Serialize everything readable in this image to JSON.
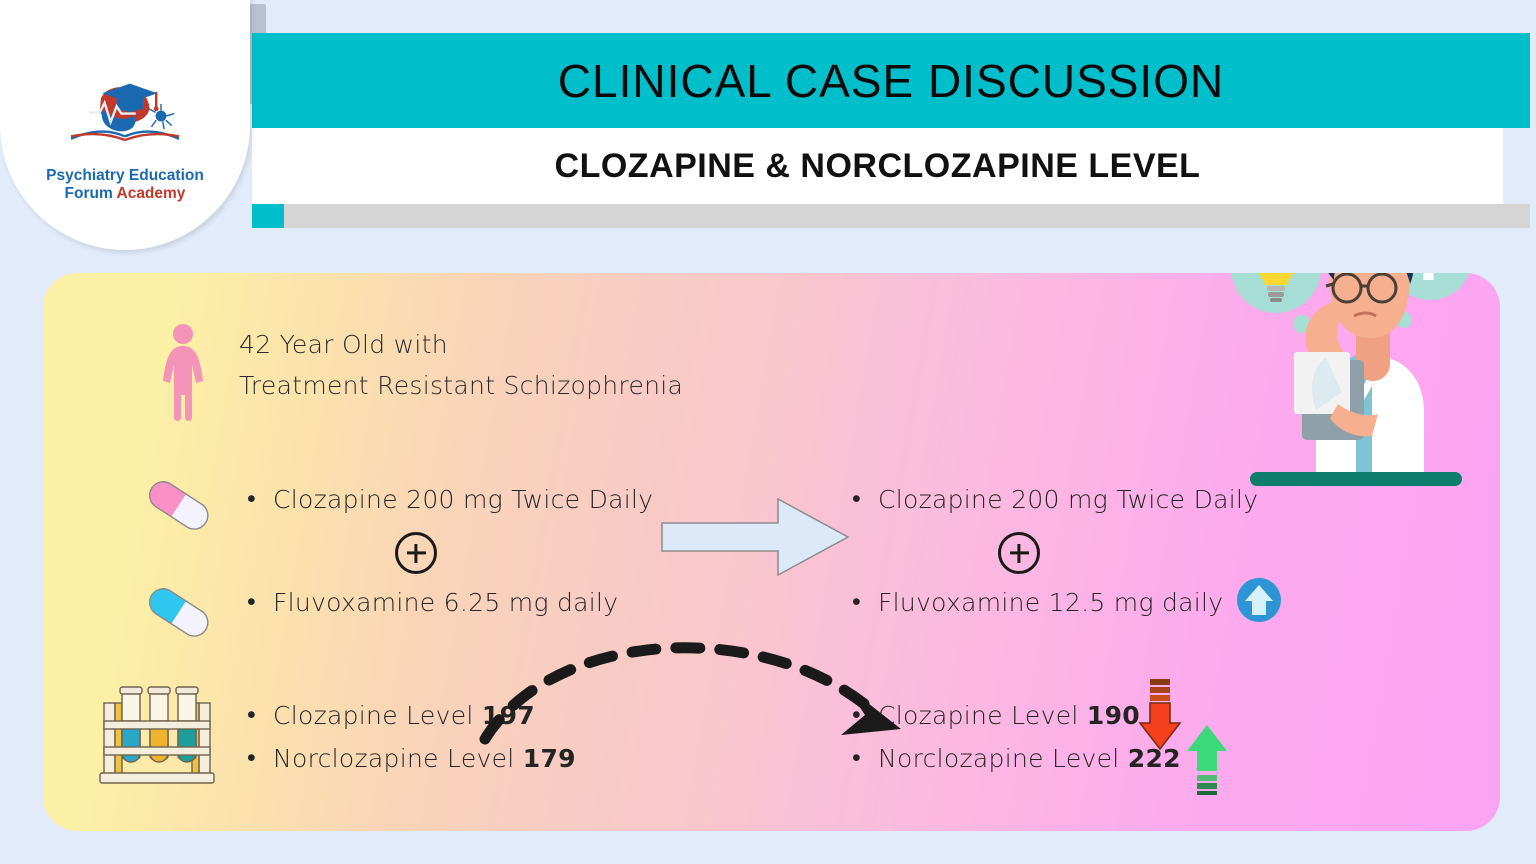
{
  "header": {
    "title": "CLINICAL CASE DISCUSSION",
    "subtitle": "CLOZAPINE & NORCLOZAPINE LEVEL"
  },
  "logo": {
    "line1": "Psychiatry Education",
    "line2_a": "Forum ",
    "line2_b": "Academy",
    "icon": "graduation-cap-brain-book-logo"
  },
  "patient": {
    "icon": "female-patient-icon",
    "line1": "42 Year Old with",
    "line2": "Treatment Resistant Schizophrenia"
  },
  "before": {
    "pill1_icon": "pink-capsule-icon",
    "pill2_icon": "blue-capsule-icon",
    "rack_icon": "test-tube-rack-icon",
    "plus": "+",
    "medications": [
      "Clozapine 200 mg Twice Daily",
      "Fluvoxamine 6.25 mg daily"
    ],
    "labs": [
      {
        "label": "Clozapine Level ",
        "value": "197"
      },
      {
        "label": "Norclozapine Level ",
        "value": "179"
      }
    ]
  },
  "after": {
    "plus": "+",
    "medications": [
      "Clozapine 200 mg Twice Daily",
      "Fluvoxamine 12.5 mg daily"
    ],
    "labs": [
      {
        "label": "Clozapine Level ",
        "value": "190"
      },
      {
        "label": "Norclozapine Level ",
        "value": "222"
      }
    ],
    "dose_increase_icon": "blue-circle-up-arrow-icon",
    "clozapine_trend_icon": "red-down-arrow-icon",
    "norclozapine_trend_icon": "green-up-arrow-icon"
  },
  "decorations": {
    "block_arrow_icon": "right-block-arrow-icon",
    "curved_arrow_icon": "dashed-curved-arrow-icon",
    "doctor_icon": "thinking-doctor-illustration",
    "idea_icon": "lightbulb-icon",
    "question_icon": "question-mark-icon"
  },
  "colors": {
    "teal": "#00BFCB",
    "page_bg": "#E2EBFA",
    "card_start": "#FCEFA6",
    "card_end": "#FBA4F3",
    "logo_blue": "#1B69B0",
    "logo_red": "#C0392B",
    "up_blue": "#2D95D3",
    "down_red": "#F4401C",
    "up_green": "#3CD97B"
  }
}
